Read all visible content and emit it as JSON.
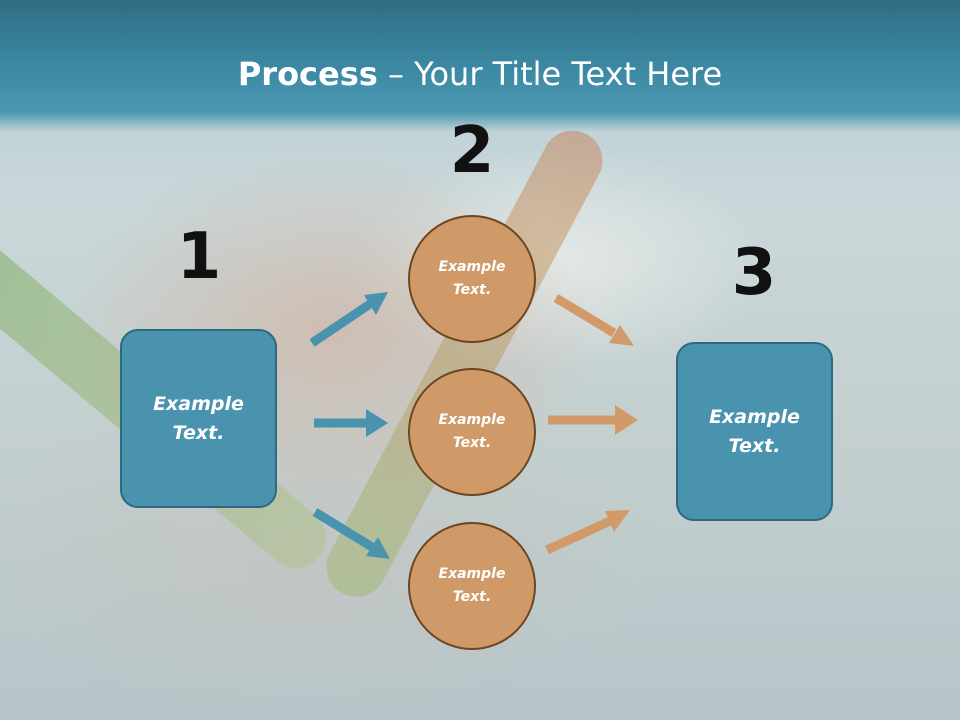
{
  "title": {
    "bold": "Process",
    "rest": " – Your Title Text Here"
  },
  "steps": {
    "one": "1",
    "two": "2",
    "three": "3"
  },
  "boxes": {
    "left": "Example Text.",
    "right": "Example Text."
  },
  "circles": {
    "top": "Example Text.",
    "middle": "Example Text.",
    "bottom": "Example Text."
  },
  "colors": {
    "blue_arrow": "#4a93ae",
    "orange_arrow": "#d29a68"
  }
}
